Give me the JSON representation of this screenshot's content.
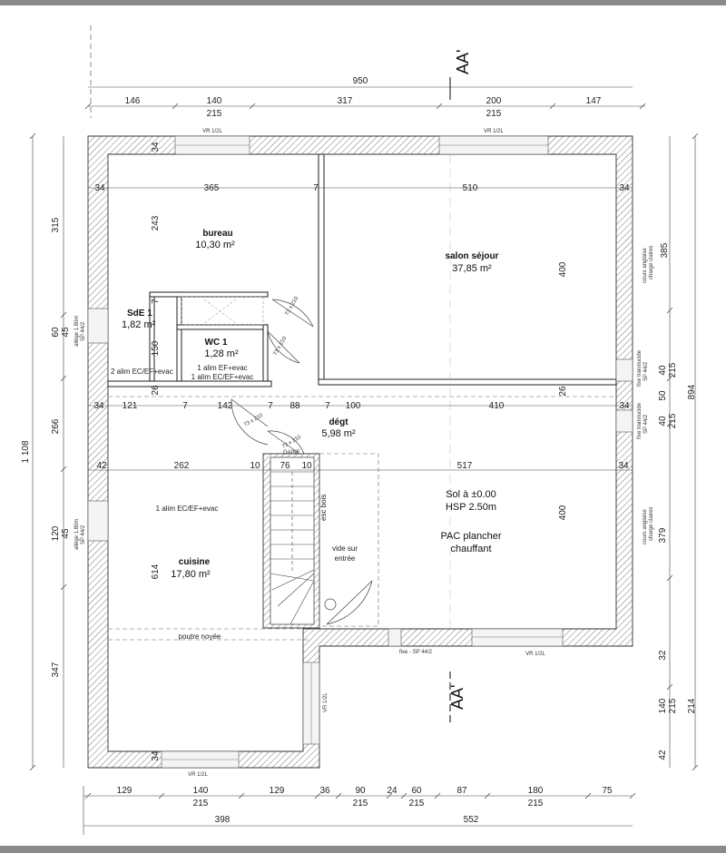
{
  "section_marks": [
    "AA'",
    "AA'"
  ],
  "rooms": [
    {
      "name": "bureau",
      "area": "10,30 m²"
    },
    {
      "name": "salon séjour",
      "area": "37,85 m²"
    },
    {
      "name": "SdE 1",
      "area": "1,82 m²"
    },
    {
      "name": "WC 1",
      "area": "1,28 m²"
    },
    {
      "name": "dégt",
      "area": "5,98 m²"
    },
    {
      "name": "cuisine",
      "area": "17,80 m²"
    }
  ],
  "notes": {
    "sol": "Sol à ±0.00",
    "hsp": "HSP 2.50m",
    "pac1": "PAC plancher",
    "pac2": "chauffant",
    "vide1": "vide sur",
    "vide2": "entrée",
    "alim_cuisine": "1 alim EC/EF+evac",
    "alim_sde": "2 alim EC/EF+evac",
    "alim_wc1": "1 alim EF+evac",
    "alim_wc2": "1 alim EC/EF+evac",
    "poutre": "poutre noyée",
    "esc": "esc bois",
    "gaine": "GAINE",
    "vr_top_left": "VR 1/2L",
    "vr_top_right": "VR 1/2L",
    "vr_bottom": "VR 1/2L",
    "vr_bottom_right": "VR 1/2L",
    "vr_vertical": "VR 1/2L",
    "fixe_bottom": "fixe - SP 44/2",
    "allege_1": "allège 1.80m",
    "sp_1": "SP 44/2",
    "allege_2": "allège 1.80m",
    "sp_2": "SP 44/2",
    "courette1a": "cours anglaise",
    "courette1b": "charge claires",
    "courette2a": "cours anglaise",
    "courette2b": "charge claires",
    "fixe_r1": "fixe translucide",
    "fixe_r1b": "SP 44/2",
    "fixe_r2": "fixe translucide",
    "fixe_r2b": "SP 44/2",
    "door1": "73 x 210",
    "door2": "73 x 210",
    "door3": "73 x 210",
    "door4": "73 x 210"
  },
  "dims": {
    "top_total": "950",
    "top_146": "146",
    "top_140": "140",
    "top_215a": "215",
    "top_317": "317",
    "top_200": "200",
    "top_215b": "215",
    "top_147": "147",
    "r1_34a": "34",
    "r1_365": "365",
    "r1_7": "7",
    "r1_510": "510",
    "r1_34b": "34",
    "r2_34a": "34",
    "r2_121": "121",
    "r2_7a": "7",
    "r2_142": "142",
    "r2_7b": "7",
    "r2_88": "88",
    "r2_7c": "7",
    "r2_100": "100",
    "r2_410": "410",
    "r2_34b": "34",
    "r3_42": "42",
    "r3_262": "262",
    "r3_10a": "10",
    "r3_76": "76",
    "r3_10b": "10",
    "r3_517": "517",
    "r3_34": "34",
    "bot_129a": "129",
    "bot_140": "140",
    "bot_215a": "215",
    "bot_129b": "129",
    "bot_36": "36",
    "bot_90": "90",
    "bot_215b": "215",
    "bot_24": "24",
    "bot_60": "60",
    "bot_215c": "215",
    "bot_87": "87",
    "bot_180": "180",
    "bot_215d": "215",
    "bot_75": "75",
    "bot_398": "398",
    "bot_552": "552",
    "l_1108": "1 108",
    "l_315": "315",
    "l_60": "60",
    "l_45a": "45",
    "l_266": "266",
    "l_120": "120",
    "l_45b": "45",
    "l_347": "347",
    "in_34top": "34",
    "in_243": "243",
    "in_7": "7",
    "in_150": "150",
    "in_26a": "26",
    "in_614": "614",
    "in_34bot": "34",
    "in_400a": "400",
    "in_26b": "26",
    "in_400b": "400",
    "r_385": "385",
    "r_40a": "40",
    "r_215a": "215",
    "r_50": "50",
    "r_894": "894",
    "r_40b": "40",
    "r_215b": "215",
    "r_379": "379",
    "r_32": "32",
    "r_140": "140",
    "r_215c": "215",
    "r_214": "214",
    "r_42": "42"
  }
}
